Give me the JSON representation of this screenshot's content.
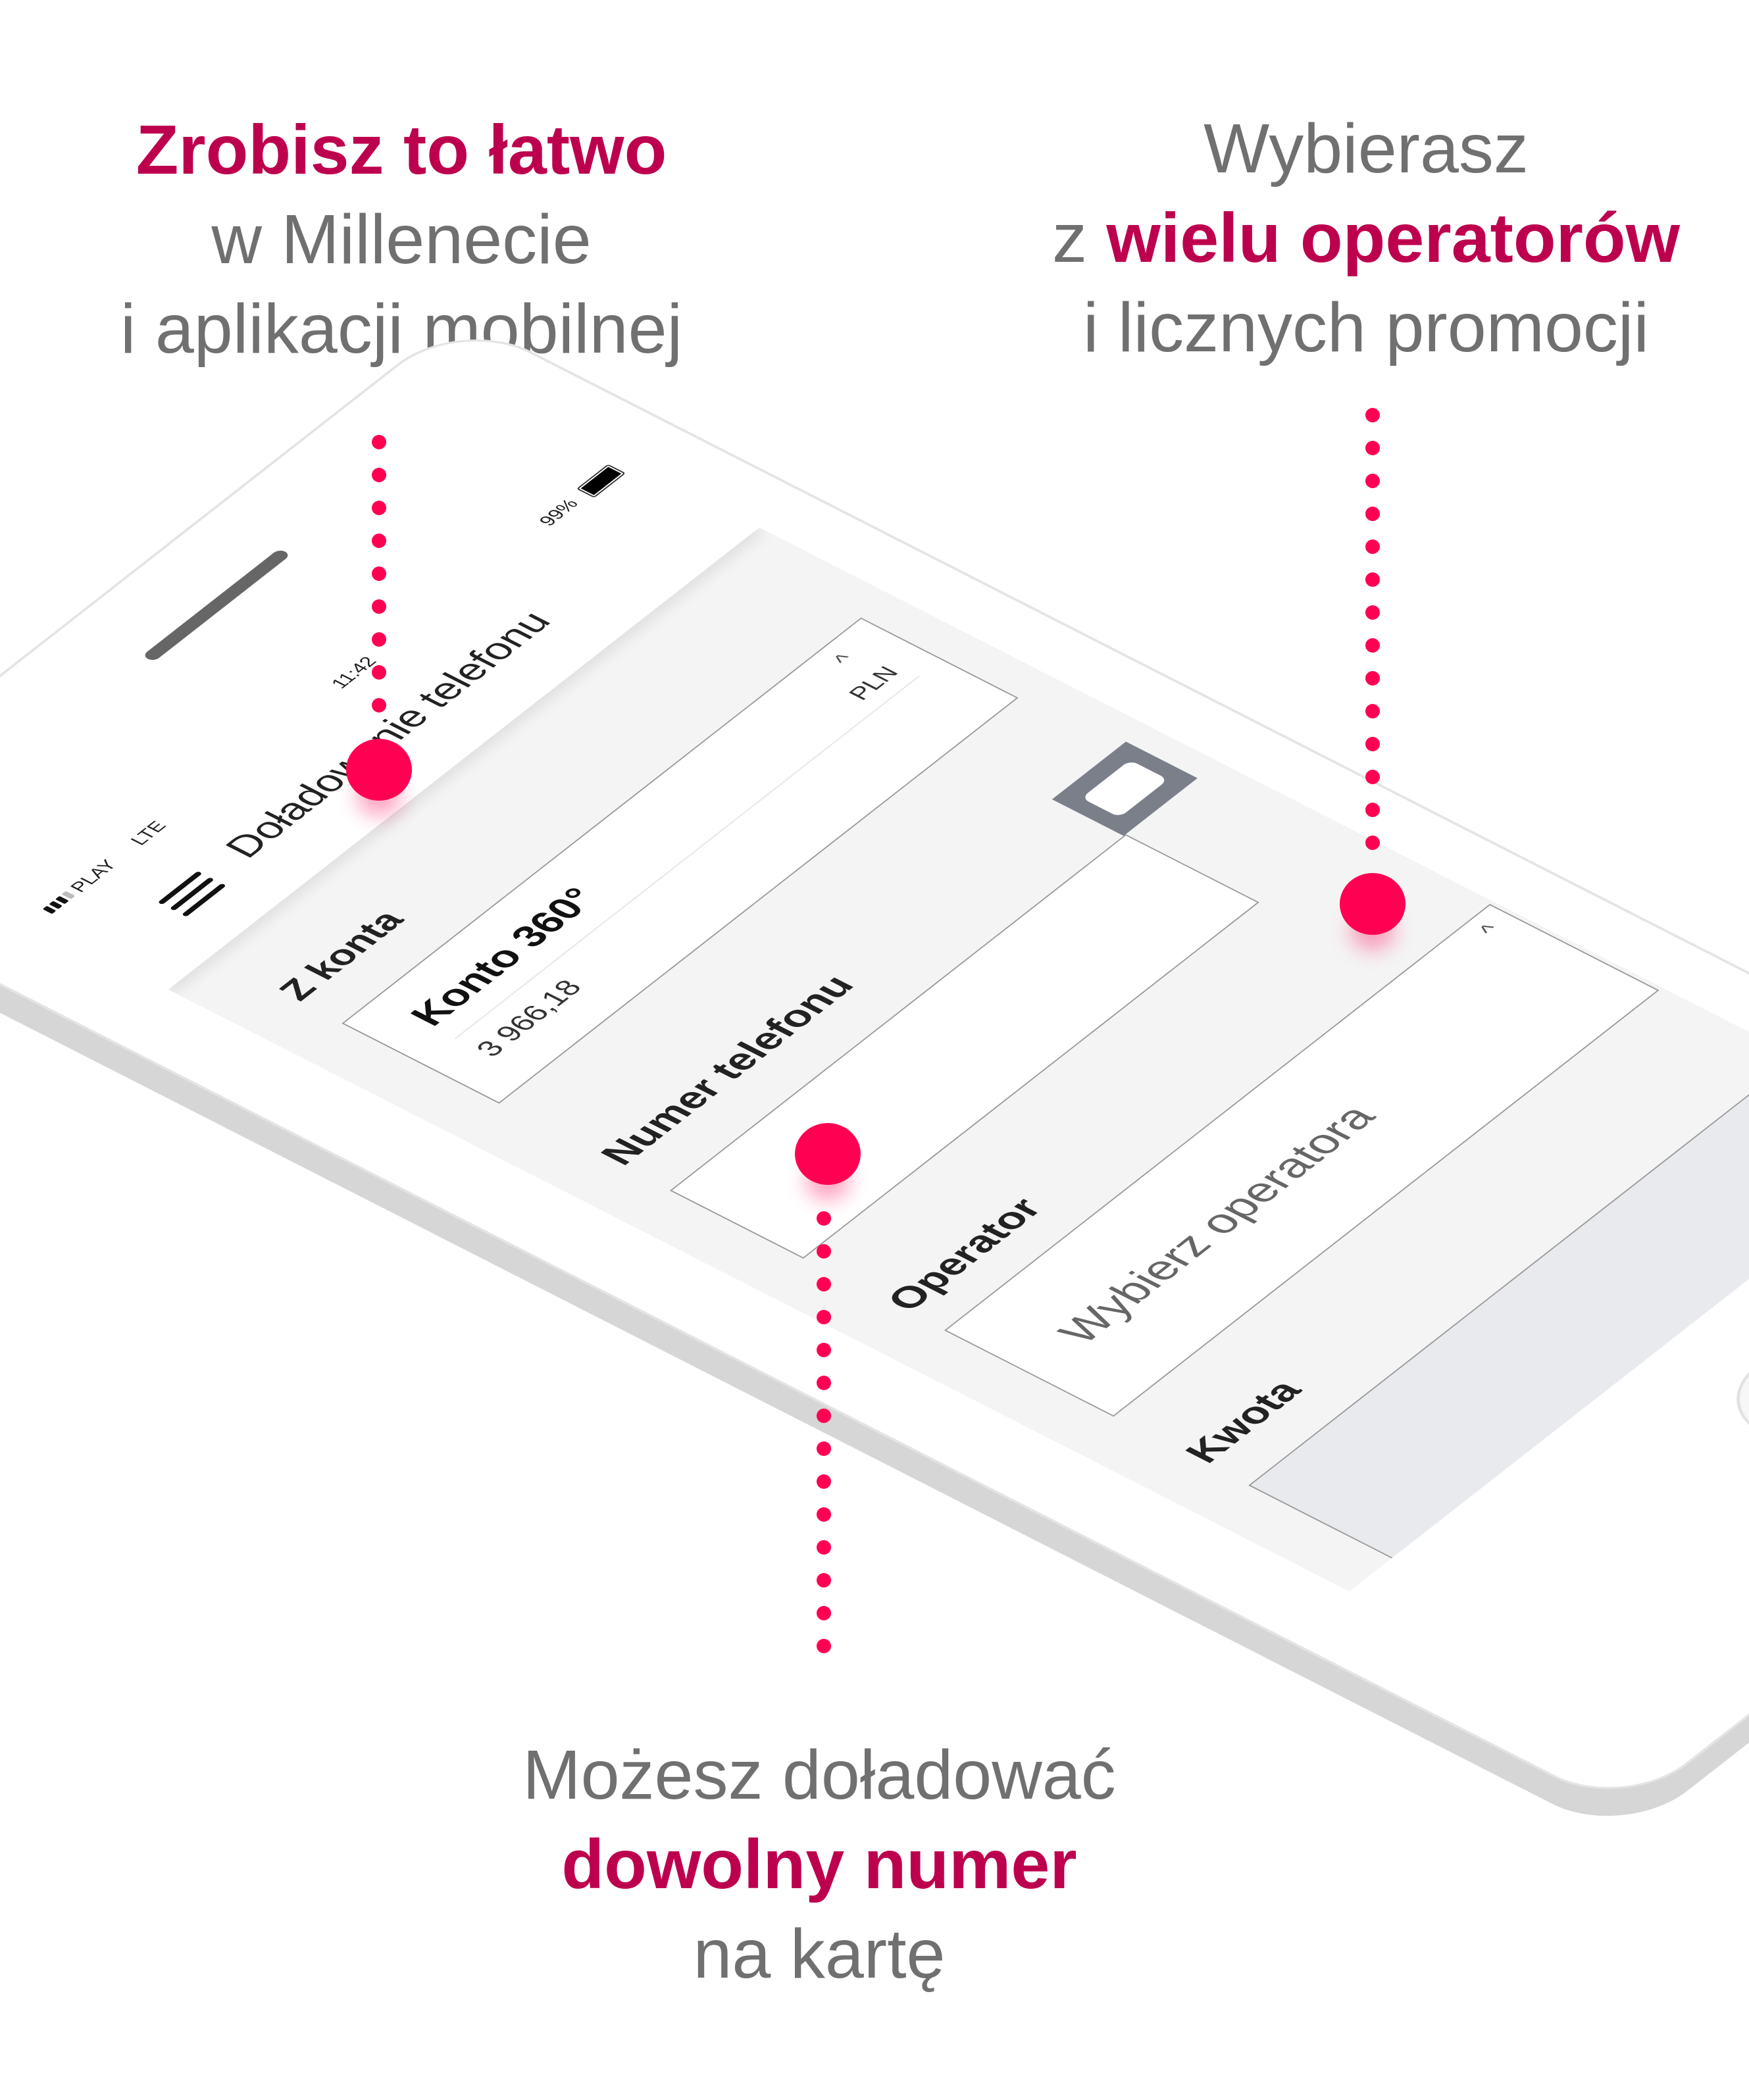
{
  "captions": {
    "easy": {
      "em": "Zrobisz to łatwo",
      "line2": "w Millenecie",
      "line3": "i aplikacji mobilnej"
    },
    "operators": {
      "line1": "Wybierasz",
      "prefix": "z ",
      "em": "wielu operatorów",
      "line3": "i licznych promocji"
    },
    "number": {
      "line1": "Możesz doładować",
      "em": "dowolny numer",
      "line3": "na kartę"
    }
  },
  "phone": {
    "status": {
      "carrier": "PLAY",
      "network": "LTE",
      "time": "11:42",
      "battery": "99%"
    },
    "header": {
      "title": "Doładowanie telefonu",
      "menu_icon": "hamburger-icon"
    },
    "form": {
      "from_label": "Z konta",
      "account": {
        "name": "Konto 360°",
        "balance": "3 966,18",
        "currency": "PLN",
        "chevron": "^"
      },
      "phone_label": "Numer telefonu",
      "phone_value": "",
      "contact_icon": "contact-card-icon",
      "operator_label": "Operator",
      "operator_placeholder": "Wybierz operatora",
      "operator_chevron": "^",
      "amount_label": "Kwota"
    }
  },
  "colors": {
    "accent": "#bd004e",
    "dots": "#ff0052",
    "text": "#707070"
  }
}
